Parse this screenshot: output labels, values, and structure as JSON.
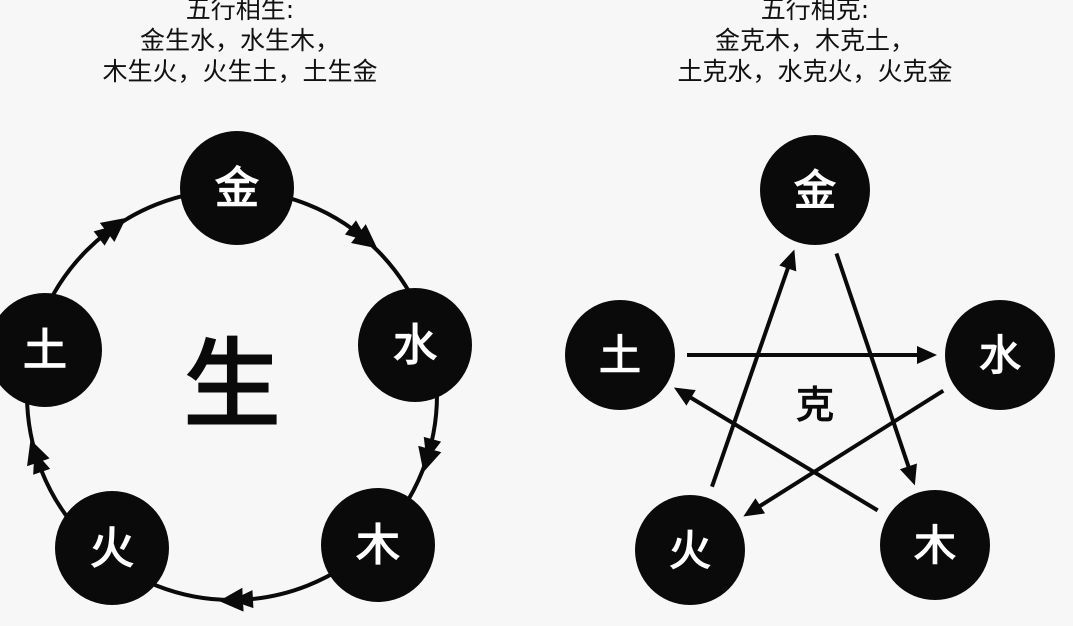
{
  "generating": {
    "title": "五行相生:",
    "line1": "金生水，水生木，",
    "line2": "木生火，火生土，土生金",
    "center_label": "生",
    "nodes": [
      "金",
      "水",
      "木",
      "火",
      "土"
    ]
  },
  "overcoming": {
    "title": "五行相克:",
    "line1": "金克木，木克土，",
    "line2": "土克水，水克火，火克金",
    "center_label": "克",
    "nodes": [
      "金",
      "水",
      "木",
      "火",
      "土"
    ]
  },
  "colors": {
    "node": "#0a0a0a",
    "node_text": "#ffffff",
    "line": "#0a0a0a"
  }
}
